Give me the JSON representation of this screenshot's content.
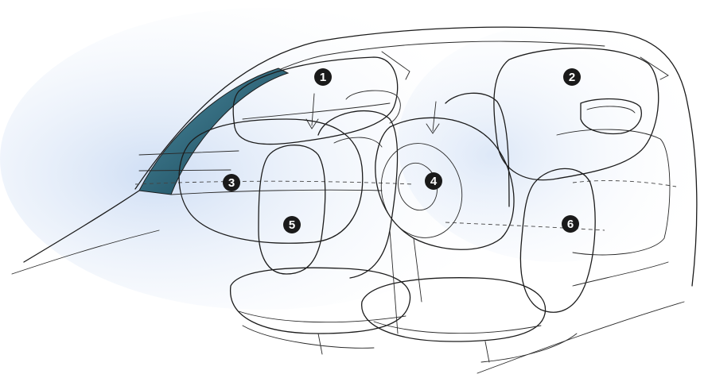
{
  "diagram": {
    "callouts": [
      {
        "label": "1"
      },
      {
        "label": "2"
      },
      {
        "label": "3"
      },
      {
        "label": "4"
      },
      {
        "label": "5"
      },
      {
        "label": "6"
      }
    ]
  },
  "colors": {
    "airbag_fill": "#3d6fc9",
    "airbag_light": "#a9c4ee",
    "pillar": "#1d5e73",
    "outline": "#1c1c1c",
    "callout_bg": "#1a1a1a"
  }
}
